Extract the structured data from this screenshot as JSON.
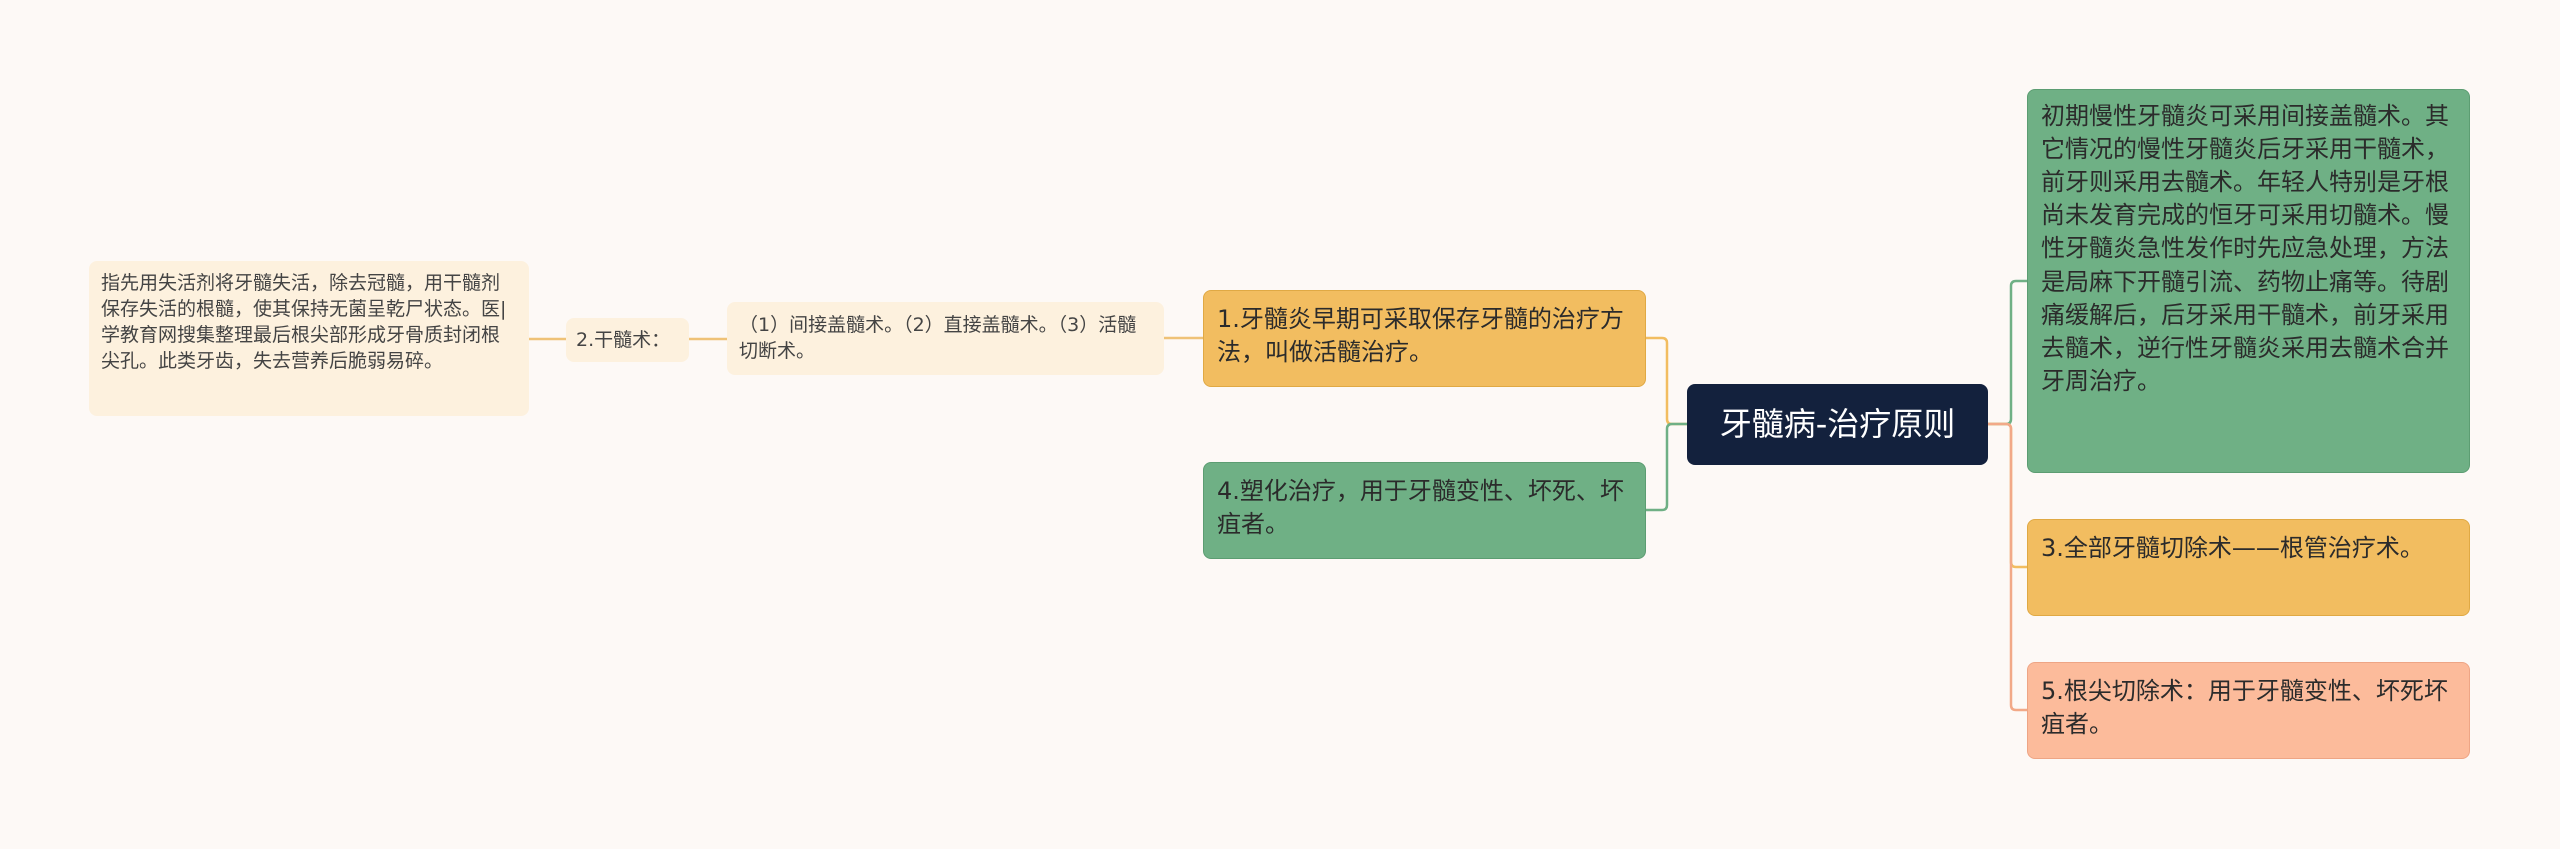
{
  "title": "牙髓病-治疗原则",
  "right_branches": [
    {
      "id": "r1",
      "text": "初期慢性牙髓炎可采用间接盖髓术。其它情况的慢性牙髓炎后牙采用干髓术，前牙则采用去髓术。年轻人特别是牙根尚未发育完成的恒牙可采用切髓术。慢性牙髓炎急性发作时先应急处理，方法是局麻下开髓引流、药物止痛等。待剧痛缓解后，后牙采用干髓术，前牙采用去髓术，逆行性牙髓炎采用去髓术合并牙周治疗。",
      "color": "#6fb085"
    },
    {
      "id": "r2",
      "text": "3.全部牙髓切除术——根管治疗术。",
      "color": "#f2bd60"
    },
    {
      "id": "r3",
      "text": "5.根尖切除术：用于牙髓变性、坏死坏疽者。",
      "color": "#fcbb9b"
    }
  ],
  "left_branches": [
    {
      "id": "l1",
      "text": "1.牙髓炎早期可采取保存牙髓的治疗方法，叫做活髓治疗。",
      "color": "#f2bd60"
    },
    {
      "id": "l2",
      "text": "4.塑化治疗，用于牙髓变性、坏死、坏疽者。",
      "color": "#6fb085"
    }
  ],
  "chain": [
    {
      "id": "c1",
      "text": "（1）间接盖髓术。（2）直接盖髓术。（3）活髓切断术。"
    },
    {
      "id": "c2",
      "text": "2.干髓术："
    },
    {
      "id": "c3",
      "text": "指先用失活剂将牙髓失活，除去冠髓，用干髓剂保存失活的根髓，使其保持无菌呈乾尸状态。医|学教育网搜集整理最后根尖部形成牙骨质封闭根尖孔。此类牙齿，失去营养后脆弱易碎。"
    }
  ],
  "colors": {
    "background": "#fdf9f6",
    "root": "#13213d",
    "link_green": "#6fb085",
    "link_yellow": "#f2bd60",
    "link_salmon": "#f2a988",
    "link_chain": "#efc277"
  }
}
